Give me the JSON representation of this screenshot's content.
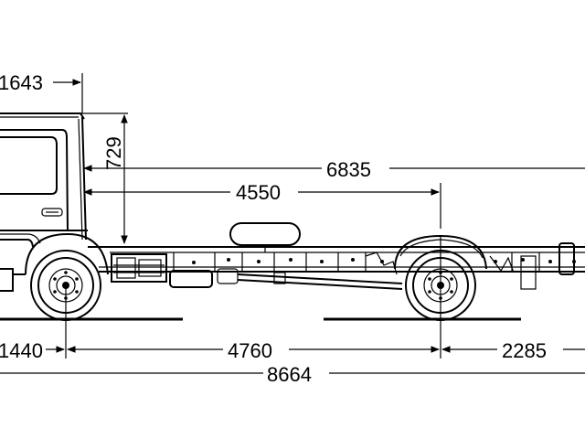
{
  "drawing": {
    "dimensions": {
      "cab_front_overhang": "1643",
      "cab_roof_height": "729",
      "cab_to_frame_end": "6835",
      "cab_to_rear_axle": "4550",
      "front_overhang": "1440",
      "wheelbase": "4760",
      "rear_overhang": "2285",
      "overall_length": "8664"
    }
  }
}
